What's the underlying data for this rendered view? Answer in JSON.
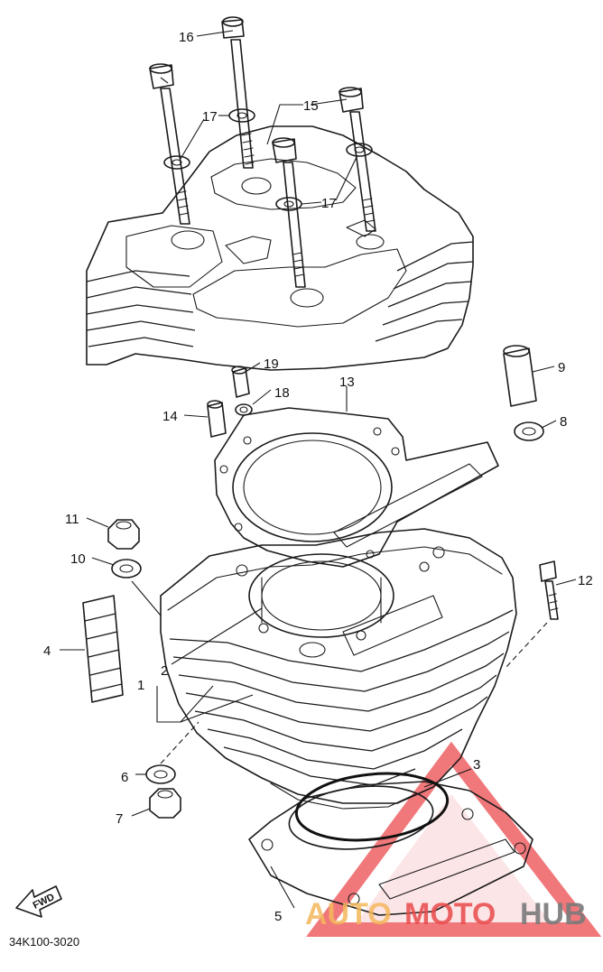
{
  "diagram_code": "34K100-3020",
  "fwd_label": "FWD",
  "watermark": {
    "part1": "AUTO",
    "part2": "MOTO",
    "part3": "HUB",
    "color_part1": "#f4b85c",
    "color_part2": "#e94b4b",
    "color_part3": "#7a7a7a",
    "triangle_color": "#e8383d"
  },
  "callouts": {
    "c1": "1",
    "c2": "2",
    "c3": "3",
    "c4": "4",
    "c5": "5",
    "c6": "6",
    "c7": "7",
    "c8": "8",
    "c9": "9",
    "c10": "10",
    "c11": "11",
    "c12": "12",
    "c13": "13",
    "c14": "14",
    "c15": "15",
    "c16": "16",
    "c17a": "17",
    "c17b": "17",
    "c18": "18",
    "c19": "19"
  }
}
